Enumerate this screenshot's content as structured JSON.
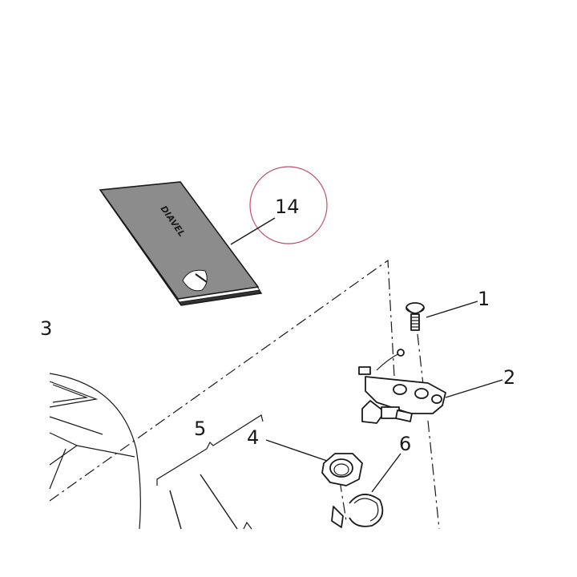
{
  "diagram": {
    "callouts": {
      "c1": "1",
      "c2": "2",
      "c3": "3",
      "c4": "4",
      "c5": "5",
      "c6": "6",
      "c14": "14"
    },
    "manual_cover_text": "DIAVEL",
    "highlight_circle_color": "#c0506a",
    "booklet_color": "#8c8c8c"
  }
}
